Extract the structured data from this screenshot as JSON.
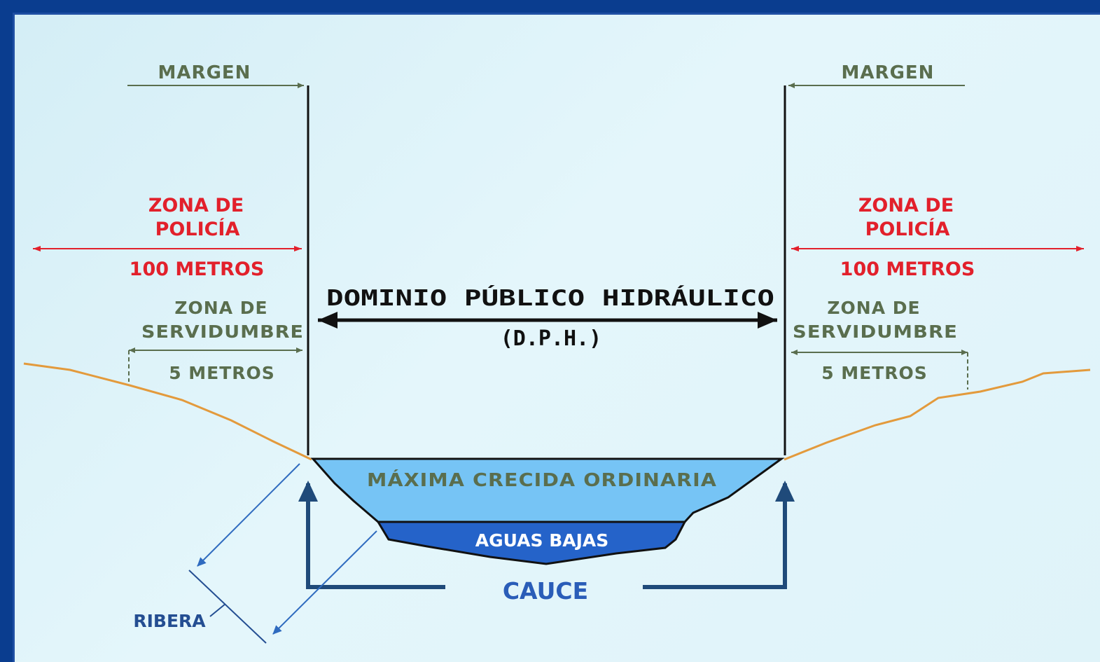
{
  "colors": {
    "frame": "#0a3d8f",
    "background": "#e0f4fa",
    "terrain": "#e39a3c",
    "margin_text": "#5a6e4e",
    "police_zone": "#e2202b",
    "dph": "#111111",
    "max_flood_water": "#76c4f5",
    "low_water": "#2563c9",
    "cauce": "#1f4a7a",
    "ribera": "#2f6bbf"
  },
  "labels": {
    "margen_left": "MARGEN",
    "margen_right": "MARGEN",
    "zona_policia_left_1": "ZONA DE",
    "zona_policia_left_2": "POLICÍA",
    "zona_policia_right_1": "ZONA DE",
    "zona_policia_right_2": "POLICÍA",
    "metros_100_left": "100 METROS",
    "metros_100_right": "100 METROS",
    "dph_title": "DOMINIO PÚBLICO HIDRÁULICO",
    "dph_abbr": "(D.P.H.)",
    "servidumbre_left_1": "ZONA DE",
    "servidumbre_left_2": "SERVIDUMBRE",
    "servidumbre_right_1": "ZONA DE",
    "servidumbre_right_2": "SERVIDUMBRE",
    "metros_5_left": "5 METROS",
    "metros_5_right": "5 METROS",
    "maxima_crecida": "MÁXIMA CRECIDA ORDINARIA",
    "aguas_bajas": "AGUAS BAJAS",
    "cauce": "CAUCE",
    "ribera": "RIBERA"
  }
}
